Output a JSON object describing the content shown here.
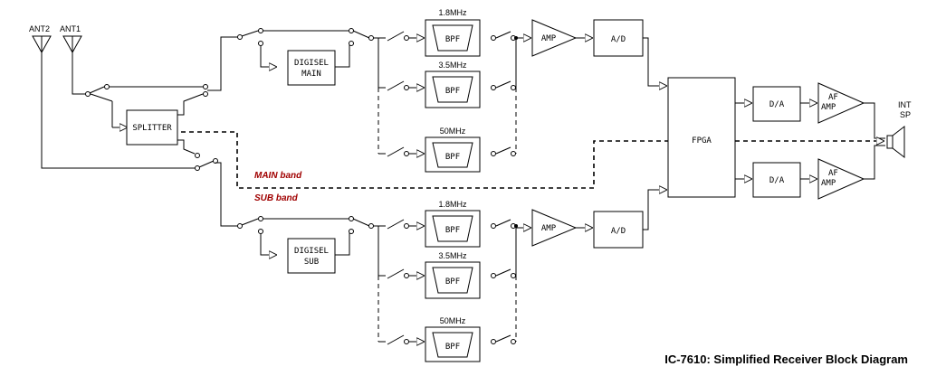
{
  "title": "IC-7610: Simplified Receiver Block Diagram",
  "antennas": {
    "ant2": "ANT2",
    "ant1": "ANT1"
  },
  "splitter": "SPLITTER",
  "digisel_main": {
    "line1": "DIGISEL",
    "line2": "MAIN"
  },
  "digisel_sub": {
    "line1": "DIGISEL",
    "line2": "SUB"
  },
  "bpf_label": "BPF",
  "bands": [
    "1.8MHz",
    "3.5MHz",
    "50MHz"
  ],
  "amp": "AMP",
  "adc": "A/D",
  "fpga": "FPGA",
  "dac": "D/A",
  "af_amp": {
    "line1": "AF",
    "line2": "AMP"
  },
  "speaker": {
    "line1": "INT",
    "line2": "SP"
  },
  "main_band": "MAIN band",
  "sub_band": "SUB band",
  "colors": {
    "band_label": "#a00000",
    "line": "#000000"
  }
}
